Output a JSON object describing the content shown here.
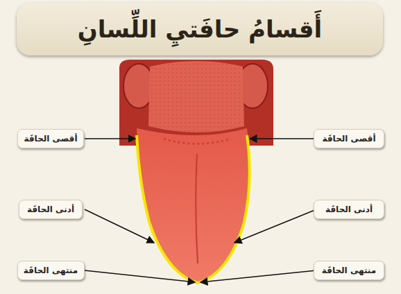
{
  "diagram": {
    "title": "أَقسامُ حافَتيِ اللِّسانِ",
    "nodes": [
      {
        "text": [
          "أقصى الحافَة"
        ]
      },
      {
        "text": [
          "أقصى الحافَة"
        ]
      },
      {
        "text": [
          "أدنى الحافَة"
        ]
      },
      {
        "text": [
          "أدنى الحافَة"
        ]
      },
      {
        "text": [
          "منتهى الحافَة"
        ]
      },
      {
        "text": [
          "منتهى الحافَة"
        ]
      }
    ]
  }
}
